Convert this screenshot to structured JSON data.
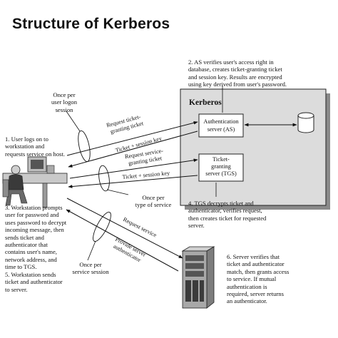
{
  "title": "Structure of Kerberos",
  "kerberos_label": "Kerberos",
  "as_box": {
    "line1": "Authentication",
    "line2": "server (AS)"
  },
  "tgs_box": {
    "line1": "Ticket-",
    "line2": "granting",
    "line3": "server (TGS)"
  },
  "notes": {
    "once_per_logon": [
      "Once per",
      "user logon",
      "session"
    ],
    "step1": [
      "1. User logs on to",
      "workstation and",
      "requests service on host."
    ],
    "step2": [
      "2. AS verifies user's access right in",
      "database, creates ticket-granting ticket",
      "and session key. Results are encrypted",
      "using key derived from user's password."
    ],
    "step3": [
      "3. Workstation prompts",
      "user for password and",
      "uses password to decrypt",
      "incoming message, then",
      "sends ticket and",
      "authenticator that",
      "contains user's name,",
      "network address, and",
      "time to TGS."
    ],
    "step4": [
      "4. TGS decrypts ticket and",
      "authenticator, verifies request,",
      "then creates ticket for requested",
      "server."
    ],
    "step5": [
      "5. Workstation sends",
      "ticket and authenticator",
      "to server."
    ],
    "step6": [
      "6. Server verifies that",
      "ticket and authenticator",
      "match, then grants access",
      "to service. If mutual",
      "authentication is",
      "required, server returns",
      "an authenticator."
    ],
    "once_per_service_type": [
      "Once per",
      "type of service"
    ],
    "once_per_service_session": [
      "Once per",
      "service session"
    ]
  },
  "arrow_labels": {
    "request_tgt": [
      "Request ticket-",
      "granting ticket"
    ],
    "ticket_session_key_1": "Ticket + session key",
    "request_service_granting": [
      "Request service-",
      "granting ticket"
    ],
    "ticket_session_key_2": "Ticket + session key",
    "request_service": "Request service",
    "provide_authenticator": [
      "Provide server",
      "authenticator"
    ]
  }
}
